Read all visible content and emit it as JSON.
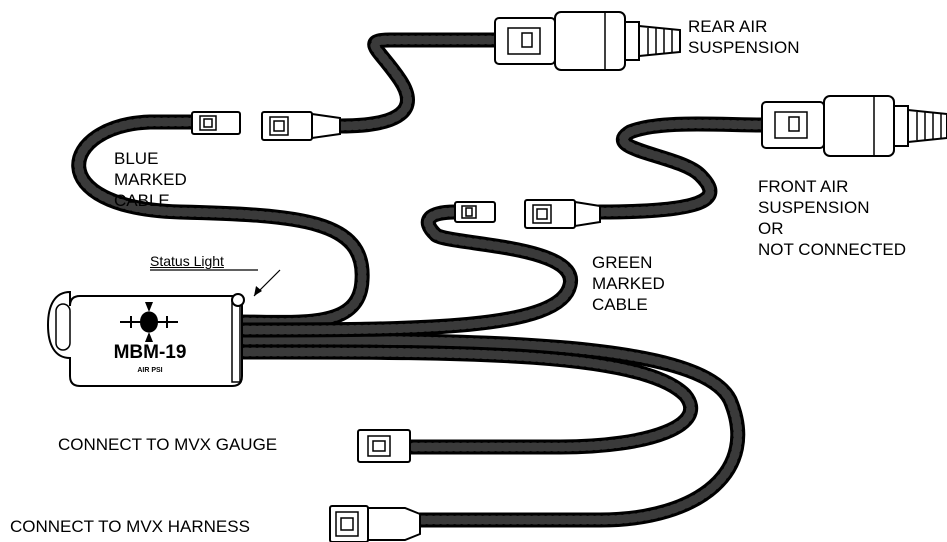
{
  "labels": {
    "rear_air": [
      "REAR AIR",
      "SUSPENSION"
    ],
    "front_air": [
      "FRONT AIR",
      "SUSPENSION",
      "OR",
      "NOT CONNECTED"
    ],
    "blue_cable": [
      "BLUE",
      "MARKED",
      "CABLE"
    ],
    "green_cable": [
      "GREEN",
      "MARKED",
      "CABLE"
    ],
    "gauge": "CONNECT TO MVX GAUGE",
    "harness": "CONNECT TO MVX HARNESS",
    "status_light": "Status Light"
  },
  "module": {
    "model": "MBM-19",
    "sub": "AIR PSI"
  }
}
